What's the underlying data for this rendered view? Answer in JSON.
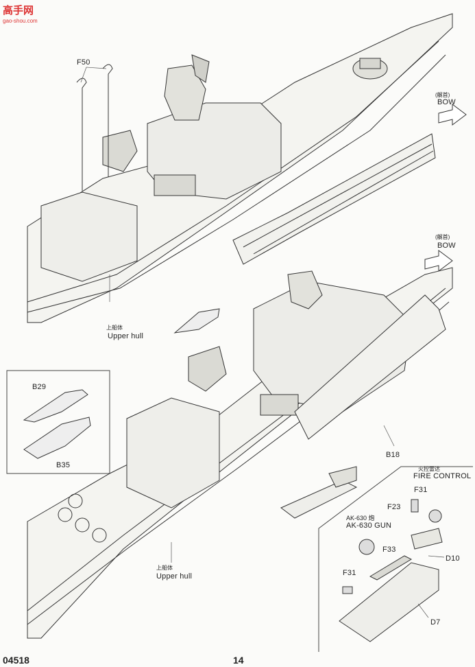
{
  "watermark": {
    "logo_text": "高手网",
    "url": "gao-shou.com"
  },
  "footer": {
    "model_number": "04518",
    "page_number": "14"
  },
  "bow_top": {
    "cn": "(艉首)",
    "en": "BOW"
  },
  "bow_mid": {
    "cn": "(艉首)",
    "en": "BOW"
  },
  "upper_hull_top": {
    "cn": "上船体",
    "en": "Upper hull"
  },
  "upper_hull_bottom": {
    "cn": "上船体",
    "en": "Upper hull"
  },
  "parts": {
    "f50": "F50",
    "b29": "B29",
    "b35": "B35",
    "b18": "B18",
    "f31_top": "F31",
    "f23": "F23",
    "f33": "F33",
    "f31_bottom": "F31",
    "d10": "D10",
    "d7": "D7"
  },
  "fire_control": {
    "cn": "火控雷达",
    "en": "FIRE CONTROL"
  },
  "ak630": {
    "cn": "AK-630 炮",
    "en": "AK-630 GUN"
  }
}
